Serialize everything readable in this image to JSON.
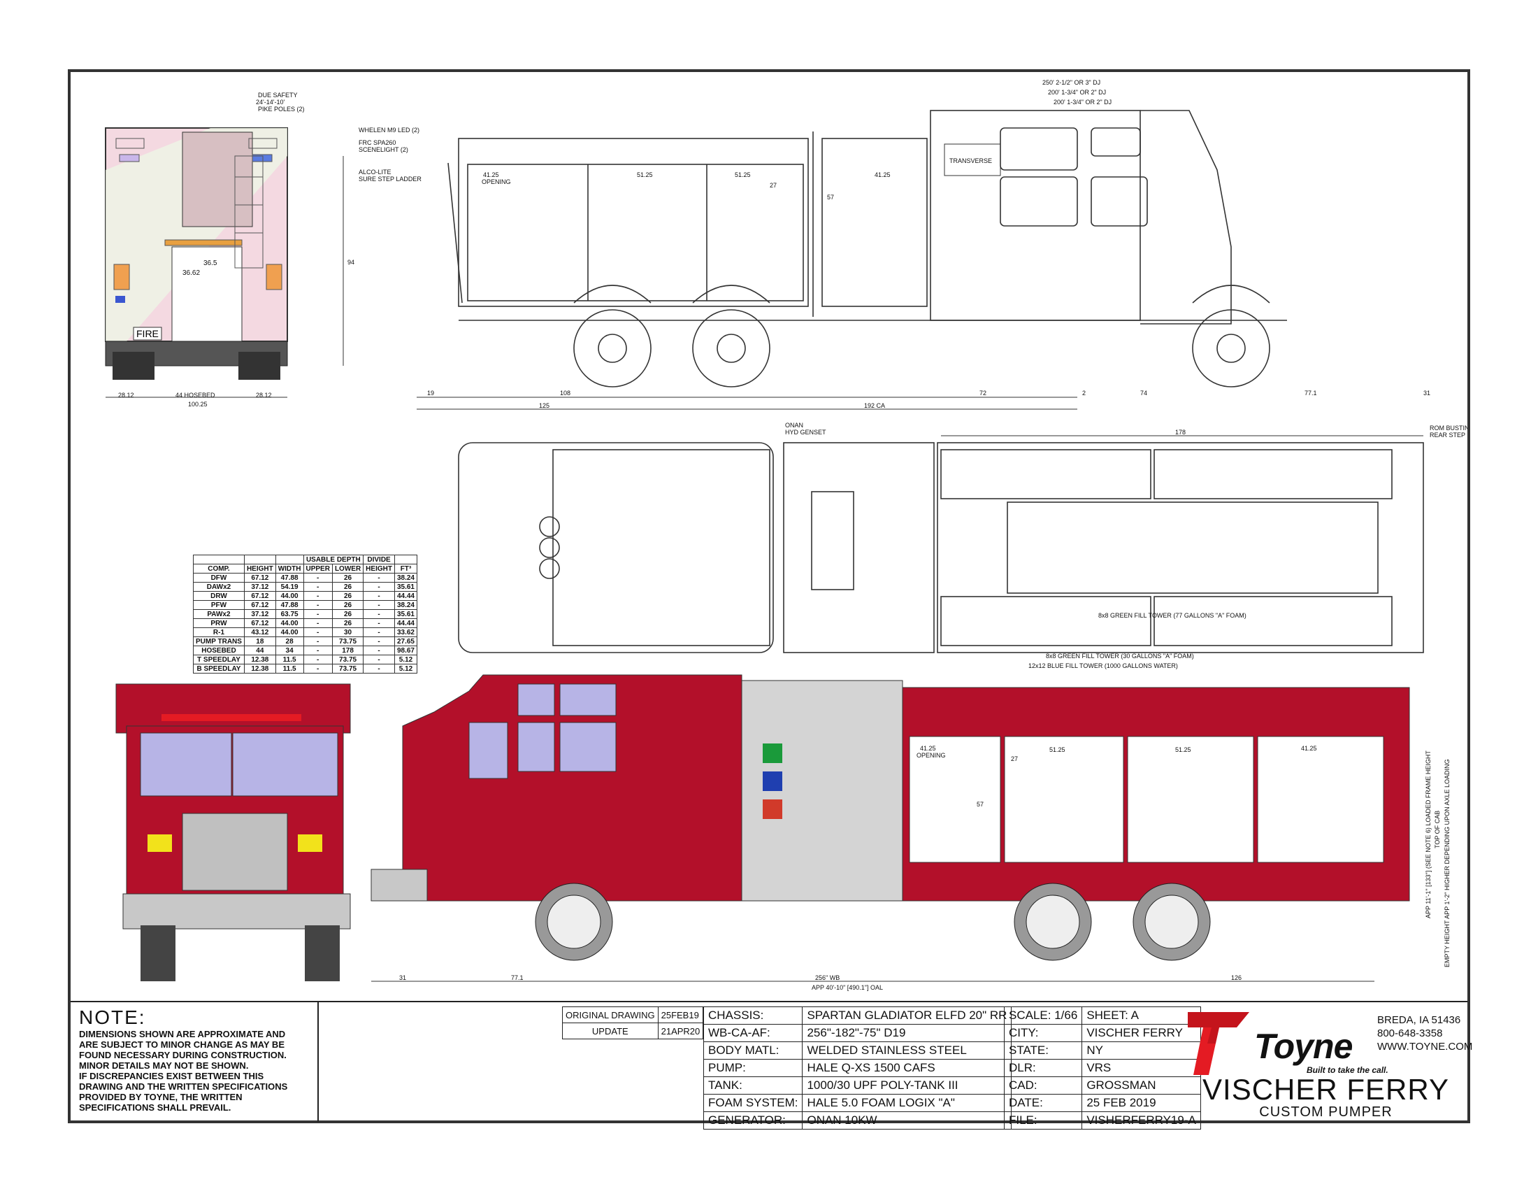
{
  "colors": {
    "truck_red": "#b3102a",
    "window": "#b7b4e6",
    "panel_gray": "#c8c8c8",
    "pink_tint": "#f4d9e1",
    "accent_red": "#e41b23"
  },
  "rear_view": {
    "notes": [
      "DUE SAFETY",
      "24'-14'-10'",
      "PIKE POLES (2)",
      "WHELEN M9 LED (2)",
      "FRC SPA260",
      "SCENELIGHT (2)",
      "ALCO-LITE",
      "SURE STEP LADDER"
    ],
    "dims": {
      "height": "94",
      "width_a": "36.5",
      "height_b": "36.62",
      "left": "28.12",
      "hosebed": "44 HOSEBED",
      "right": "28.12",
      "total": "100.25"
    },
    "fire_label": "FIRE"
  },
  "side_view": {
    "hose_notes": [
      "250' 2-1/2\" OR 3\" DJ",
      "200' 1-3/4\" OR 2\" DJ",
      "200' 1-3/4\" OR 2\" DJ"
    ],
    "openings": [
      "41.25",
      "51.25",
      "51.25",
      "27",
      "41.25",
      "57"
    ],
    "opening_word": "OPENING",
    "transverse": "TRANSVERSE",
    "dims": [
      "19",
      "108",
      "72",
      "2",
      "74",
      "77.1",
      "31",
      "125",
      "192 CA"
    ]
  },
  "top_view": {
    "notes": [
      "ONAN",
      "HYD GENSET",
      "ROM BUSTIN",
      "REAR STEP"
    ],
    "dim_top": "178",
    "callouts": [
      "8x8 GREEN FILL TOWER (77 GALLONS \"A\" FOAM)",
      "8x8 GREEN FILL TOWER (30 GALLONS \"A\" FOAM)",
      "12x12 BLUE FILL TOWER (1000 GALLONS WATER)"
    ]
  },
  "comp_table": {
    "headers1": [
      "",
      "",
      "",
      "USABLE DEPTH",
      "",
      "DIVIDE",
      ""
    ],
    "headers2": [
      "COMP.",
      "HEIGHT",
      "WIDTH",
      "UPPER",
      "LOWER",
      "HEIGHT",
      "FT³"
    ],
    "rows": [
      [
        "DFW",
        "67.12",
        "47.88",
        "-",
        "26",
        "-",
        "38.24"
      ],
      [
        "DAWx2",
        "37.12",
        "54.19",
        "-",
        "26",
        "-",
        "35.61"
      ],
      [
        "DRW",
        "67.12",
        "44.00",
        "-",
        "26",
        "-",
        "44.44"
      ],
      [
        "PFW",
        "67.12",
        "47.88",
        "-",
        "26",
        "-",
        "38.24"
      ],
      [
        "PAWx2",
        "37.12",
        "63.75",
        "-",
        "26",
        "-",
        "35.61"
      ],
      [
        "PRW",
        "67.12",
        "44.00",
        "-",
        "26",
        "-",
        "44.44"
      ],
      [
        "R-1",
        "43.12",
        "44.00",
        "-",
        "30",
        "-",
        "33.62"
      ],
      [
        "PUMP TRANS",
        "18",
        "28",
        "-",
        "73.75",
        "-",
        "27.65"
      ],
      [
        "HOSEBED",
        "44",
        "34",
        "-",
        "178",
        "-",
        "98.67"
      ],
      [
        "T SPEEDLAY",
        "12.38",
        "11.5",
        "-",
        "73.75",
        "-",
        "5.12"
      ],
      [
        "B SPEEDLAY",
        "12.38",
        "11.5",
        "-",
        "73.75",
        "-",
        "5.12"
      ]
    ]
  },
  "color_side": {
    "openings": [
      "41.25",
      "27",
      "51.25",
      "51.25",
      "41.25",
      "57"
    ],
    "opening_word": "OPENING",
    "height_notes": [
      "APP 11'-1\" [133\"] (SEE NOTE 6) LOADED FRAME HEIGHT",
      "TOP OF CAB",
      "EMPTY HEIGHT APP 1'-2\" HIGHER DEPENDING UPON AXLE LOADING"
    ],
    "dims": [
      "31",
      "77.1",
      "256\" WB",
      "126"
    ],
    "oal": "APP 40'-10\" [490.1\"] OAL"
  },
  "title_block": {
    "note_title": "NOTE:",
    "note_text": "DIMENSIONS SHOWN ARE APPROXIMATE AND\nARE SUBJECT TO MINOR CHANGE AS MAY BE\nFOUND NECESSARY DURING CONSTRUCTION.\nMINOR DETAILS MAY NOT BE SHOWN.\nIF DISCREPANCIES EXIST BETWEEN THIS\nDRAWING AND THE WRITTEN SPECIFICATIONS\nPROVIDED BY TOYNE, THE WRITTEN\nSPECIFICATIONS SHALL PREVAIL.",
    "revisions": [
      {
        "label": "ORIGINAL DRAWING",
        "date": "25FEB19"
      },
      {
        "label": "UPDATE",
        "date": "21APR20"
      }
    ],
    "specs": [
      {
        "k": "CHASSIS:",
        "v": "SPARTAN GLADIATOR ELFD 20\" RR"
      },
      {
        "k": "WB-CA-AF:",
        "v": "256\"-182\"-75\"   D19"
      },
      {
        "k": "BODY MATL:",
        "v": "WELDED STAINLESS STEEL"
      },
      {
        "k": "PUMP:",
        "v": "HALE Q-XS 1500 CAFS"
      },
      {
        "k": "TANK:",
        "v": "1000/30 UPF POLY-TANK III"
      },
      {
        "k": "FOAM SYSTEM:",
        "v": "HALE 5.0 FOAM LOGIX \"A\""
      },
      {
        "k": "GENERATOR:",
        "v": "ONAN 10KW"
      }
    ],
    "info": [
      {
        "k": "SCALE:",
        "v": "1/66",
        "k2": "SHEET:",
        "v2": "A"
      },
      {
        "k": "CITY:",
        "v": "VISCHER FERRY"
      },
      {
        "k": "STATE:",
        "v": "NY"
      },
      {
        "k": "DLR:",
        "v": "VRS"
      },
      {
        "k": "CAD:",
        "v": "GROSSMAN"
      },
      {
        "k": "DATE:",
        "v": "25 FEB 2019"
      },
      {
        "k": "FILE:",
        "v": "VISHERFERRY19-A"
      }
    ],
    "company": {
      "logo": "Toyne",
      "tagline": "Built to take the call.",
      "city": "BREDA, IA 51436",
      "phone": "800-648-3358",
      "web": "WWW.TOYNE.COM"
    },
    "customer": "VISCHER FERRY",
    "project": "CUSTOM PUMPER"
  }
}
